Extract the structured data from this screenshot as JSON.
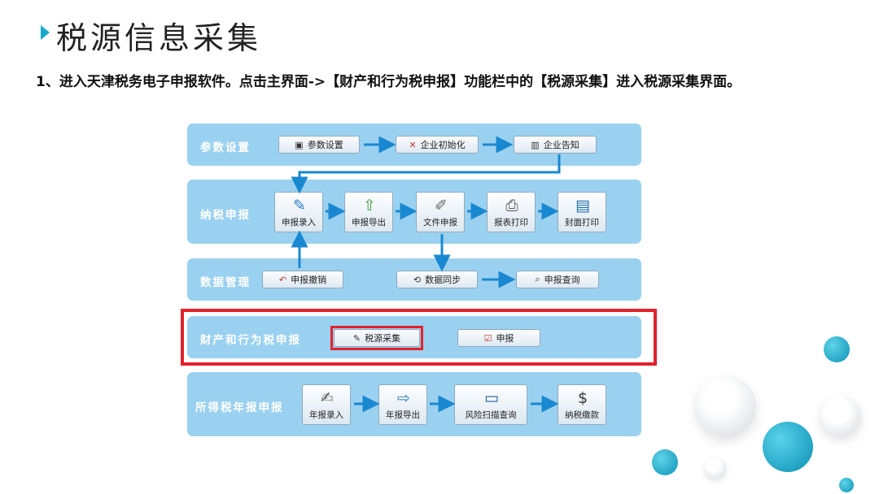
{
  "title": "税源信息采集",
  "intro": "1、进入天津税务电子申报软件。点击主界面->【财产和行为税申报】功能栏中的【税源采集】进入税源采集界面。",
  "colors": {
    "accent": "#18a8c9",
    "band": "#9bd1f0",
    "arrow": "#1a88d0",
    "highlight": "#e3222c"
  },
  "rows": {
    "params": {
      "label": "参数设置",
      "buttons": [
        {
          "label": "参数设置",
          "icon": "settings-icon"
        },
        {
          "label": "企业初始化",
          "icon": "tools-icon"
        },
        {
          "label": "企业告知",
          "icon": "book-icon"
        }
      ]
    },
    "declare": {
      "label": "纳税申报",
      "tiles": [
        {
          "label": "申报录入",
          "icon": "pencil-icon"
        },
        {
          "label": "申报导出",
          "icon": "export-icon"
        },
        {
          "label": "文件申报",
          "icon": "document-icon"
        },
        {
          "label": "报表打印",
          "icon": "printer-icon"
        },
        {
          "label": "封面打印",
          "icon": "cover-icon"
        }
      ]
    },
    "data_mgmt": {
      "label": "数据管理",
      "buttons": [
        {
          "label": "申报撤销",
          "icon": "undo-icon"
        },
        {
          "label": "数据同步",
          "icon": "sync-icon"
        },
        {
          "label": "申报查询",
          "icon": "search-icon"
        }
      ]
    },
    "property_tax": {
      "label": "财产和行为税申报",
      "buttons": [
        {
          "label": "税源采集",
          "icon": "edit-icon"
        },
        {
          "label": "申报",
          "icon": "declare-icon"
        }
      ]
    },
    "income_tax": {
      "label": "所得税年报申报",
      "tiles": [
        {
          "label": "年报录入",
          "icon": "write-icon"
        },
        {
          "label": "年报导出",
          "icon": "export-doc-icon"
        },
        {
          "label": "风险扫描查询",
          "icon": "scanner-icon"
        },
        {
          "label": "纳税缴款",
          "icon": "money-bag-icon"
        }
      ]
    }
  }
}
